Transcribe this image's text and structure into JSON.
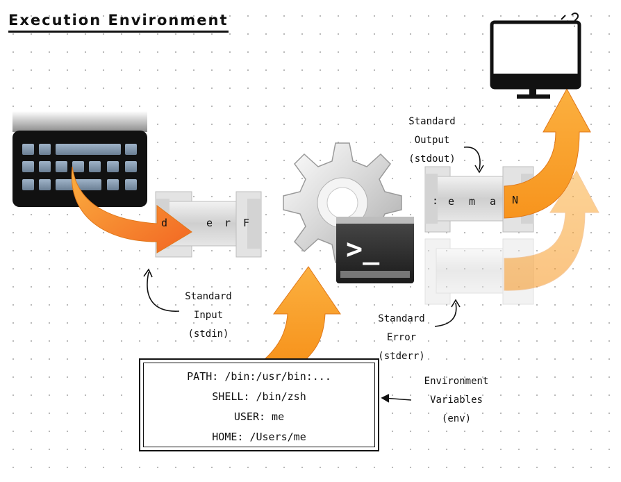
{
  "title": "Execution Environment",
  "labels": {
    "stdin": [
      "Standard",
      "Input",
      "(stdin)"
    ],
    "stdout": [
      "Standard",
      "Output",
      "(stdout)"
    ],
    "stderr": [
      "Standard",
      "Error",
      "(stderr)"
    ],
    "env": [
      "Environment",
      "Variables",
      "(env)"
    ]
  },
  "input_pipe_chars": [
    "d",
    "e",
    "r",
    "F"
  ],
  "output_pipe_chars": [
    ":",
    "e",
    "m",
    "a",
    "N"
  ],
  "env_vars": [
    "PATH: /bin:/usr/bin:...",
    "SHELL: /bin/zsh",
    "USER: me",
    "HOME: /Users/me"
  ],
  "icons": {
    "keyboard": "keyboard-icon",
    "process": "gear-icon",
    "terminal": "terminal-icon",
    "display": "monitor-icon",
    "pipes": "pipe-icon",
    "flows": "arrow-icon"
  },
  "terminal_prompt": ">_",
  "colors": {
    "arrow_orange": "#f7931e",
    "arrow_light": "#fbd49a",
    "pipe_gray": "#d9d9d9",
    "ink": "#111111"
  }
}
